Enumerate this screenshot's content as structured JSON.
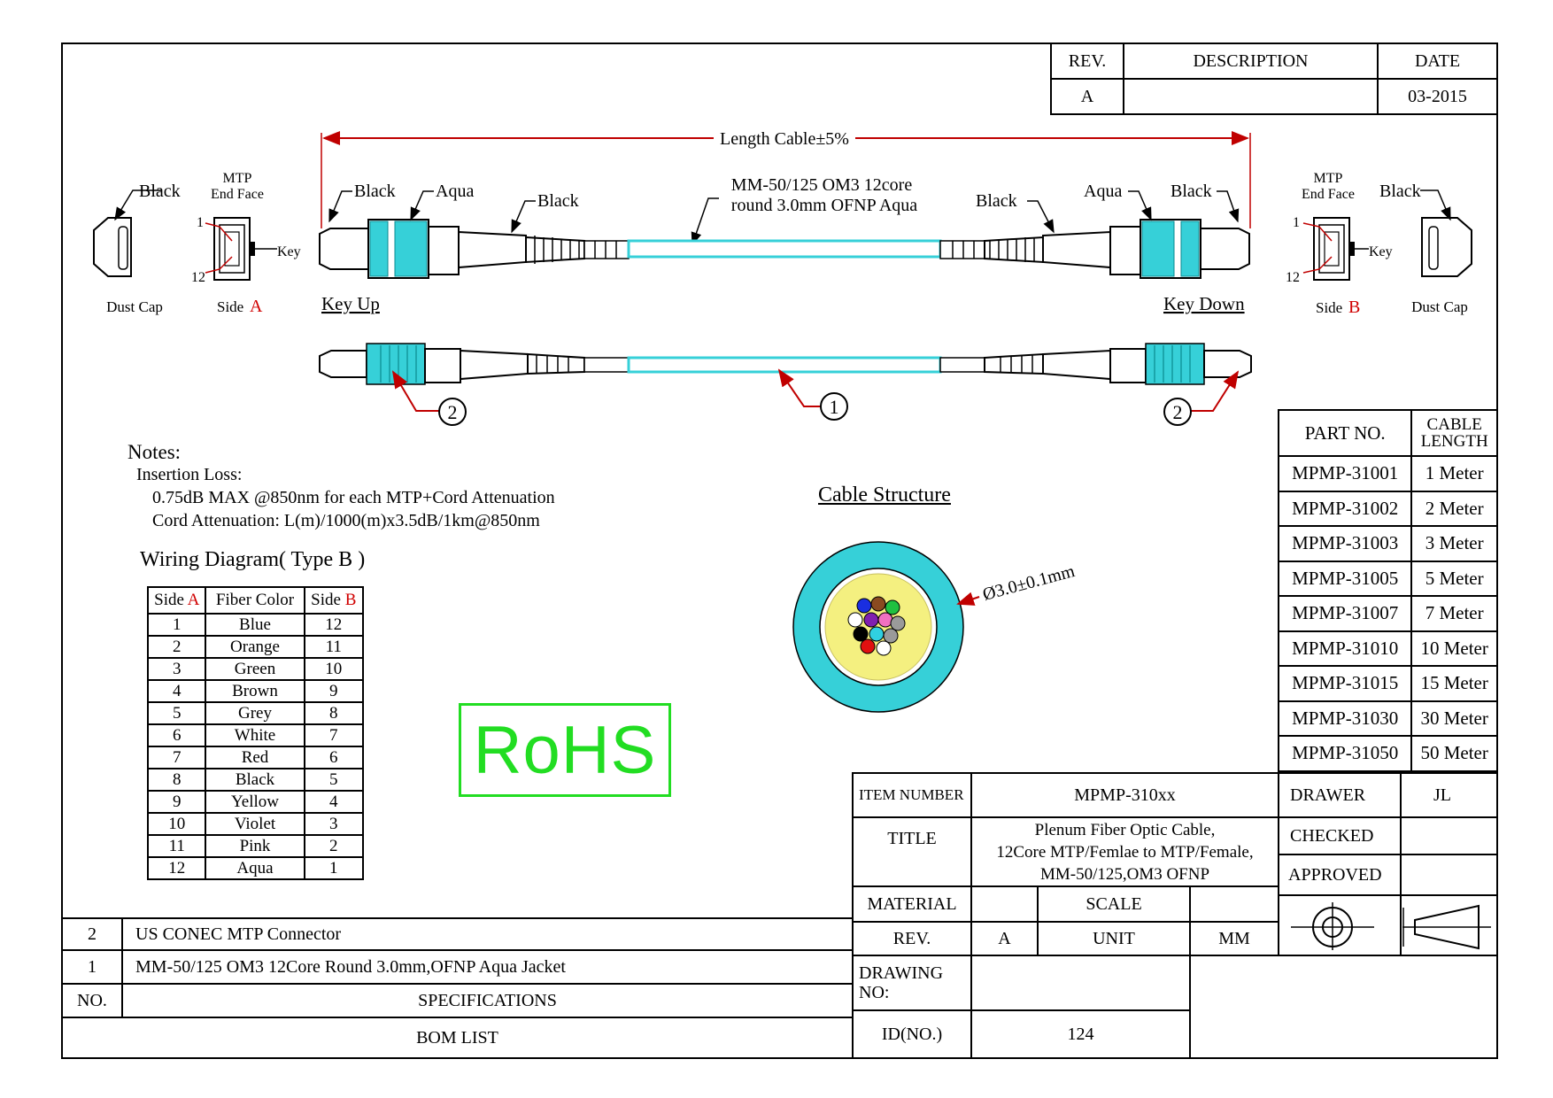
{
  "revision_block": {
    "headers": {
      "rev": "REV.",
      "description": "DESCRIPTION",
      "date": "DATE"
    },
    "rev": "A",
    "description": "",
    "date": "03-2015"
  },
  "drawing": {
    "length_label": "Length Cable±5%",
    "cable_label_line1": "MM-50/125 OM3 12core",
    "cable_label_line2": "round 3.0mm OFNP Aqua",
    "left": {
      "dust_cap_color": "Black",
      "dust_cap_label": "Dust Cap",
      "end_face_title_1": "MTP",
      "end_face_title_2": "End Face",
      "pin_1": "1",
      "pin_12": "12",
      "key": "Key",
      "side_prefix": "Side",
      "side_letter": "A",
      "connector_black": "Black",
      "connector_aqua": "Aqua",
      "boot_black": "Black",
      "key_orientation": "Key Up"
    },
    "right": {
      "dust_cap_color": "Black",
      "dust_cap_label": "Dust Cap",
      "end_face_title_1": "MTP",
      "end_face_title_2": "End Face",
      "pin_1": "1",
      "pin_12": "12",
      "key": "Key",
      "side_prefix": "Side",
      "side_letter": "B",
      "connector_black": "Black",
      "connector_aqua": "Aqua",
      "boot_black": "Black",
      "key_orientation": "Key Down"
    },
    "callout_1": "1",
    "callout_2": "2"
  },
  "notes": {
    "title": "Notes:",
    "line1": "Insertion Loss:",
    "line2": "0.75dB MAX @850nm for each MTP+Cord Attenuation",
    "line3": "Cord Attenuation: L(m)/1000(m)x3.5dB/1km@850nm"
  },
  "wiring": {
    "title": "Wiring Diagram( Type B )",
    "header_side": "Side",
    "header_a": "A",
    "header_fiber": "Fiber Color",
    "header_b": "B",
    "rows": [
      {
        "a": "1",
        "color": "Blue",
        "b": "12"
      },
      {
        "a": "2",
        "color": "Orange",
        "b": "11"
      },
      {
        "a": "3",
        "color": "Green",
        "b": "10"
      },
      {
        "a": "4",
        "color": "Brown",
        "b": "9"
      },
      {
        "a": "5",
        "color": "Grey",
        "b": "8"
      },
      {
        "a": "6",
        "color": "White",
        "b": "7"
      },
      {
        "a": "7",
        "color": "Red",
        "b": "6"
      },
      {
        "a": "8",
        "color": "Black",
        "b": "5"
      },
      {
        "a": "9",
        "color": "Yellow",
        "b": "4"
      },
      {
        "a": "10",
        "color": "Violet",
        "b": "3"
      },
      {
        "a": "11",
        "color": "Pink",
        "b": "2"
      },
      {
        "a": "12",
        "color": "Aqua",
        "b": "1"
      }
    ]
  },
  "rohs": "RoHS",
  "cable_structure": {
    "title": "Cable Structure",
    "diameter": "Ø3.0±0.1mm"
  },
  "parts": {
    "header_part": "PART NO.",
    "header_len_1": "CABLE",
    "header_len_2": "LENGTH",
    "rows": [
      {
        "part": "MPMP-31001",
        "length": "1 Meter"
      },
      {
        "part": "MPMP-31002",
        "length": "2 Meter"
      },
      {
        "part": "MPMP-31003",
        "length": "3 Meter"
      },
      {
        "part": "MPMP-31005",
        "length": "5 Meter"
      },
      {
        "part": "MPMP-31007",
        "length": "7 Meter"
      },
      {
        "part": "MPMP-31010",
        "length": "10 Meter"
      },
      {
        "part": "MPMP-31015",
        "length": "15 Meter"
      },
      {
        "part": "MPMP-31030",
        "length": "30 Meter"
      },
      {
        "part": "MPMP-31050",
        "length": "50 Meter"
      }
    ]
  },
  "title_block": {
    "item_number_label": "ITEM NUMBER",
    "item_number": "MPMP-310xx",
    "drawer_label": "DRAWER",
    "drawer": "JL",
    "title_label": "TITLE",
    "title_line1": "Plenum Fiber Optic Cable,",
    "title_line2": "12Core MTP/Femlae to MTP/Female,",
    "title_line3": "MM-50/125,OM3 OFNP",
    "checked_label": "CHECKED",
    "approved_label": "APPROVED",
    "material_label": "MATERIAL",
    "scale_label": "SCALE",
    "rev_label": "REV.",
    "rev": "A",
    "unit_label": "UNIT",
    "unit": "MM",
    "drawing_no_label_1": "DRAWING",
    "drawing_no_label_2": "NO:",
    "id_label": "ID(NO.)",
    "id": "124"
  },
  "bom": {
    "rows": [
      {
        "no": "2",
        "spec": "US CONEC MTP Connector"
      },
      {
        "no": "1",
        "spec": "MM-50/125 OM3 12Core Round 3.0mm,OFNP Aqua Jacket"
      }
    ],
    "header_no": "NO.",
    "header_spec": "SPECIFICATIONS",
    "footer": "BOM LIST"
  },
  "colors": {
    "aqua": "#36d0d8",
    "red_dimension": "#c00000",
    "rohs_green": "#22dd22",
    "fiber_blue": "#1a2ee0",
    "fiber_orange": "#f07a10",
    "fiber_green": "#20c040",
    "fiber_brown": "#8a4a20",
    "fiber_grey": "#9a9a9a",
    "fiber_white": "#ffffff",
    "fiber_red": "#e01010",
    "fiber_black": "#000000",
    "fiber_yellow": "#f4f060",
    "fiber_violet": "#8020b0",
    "fiber_pink": "#f070c0",
    "fiber_aqua": "#30d0e0"
  }
}
